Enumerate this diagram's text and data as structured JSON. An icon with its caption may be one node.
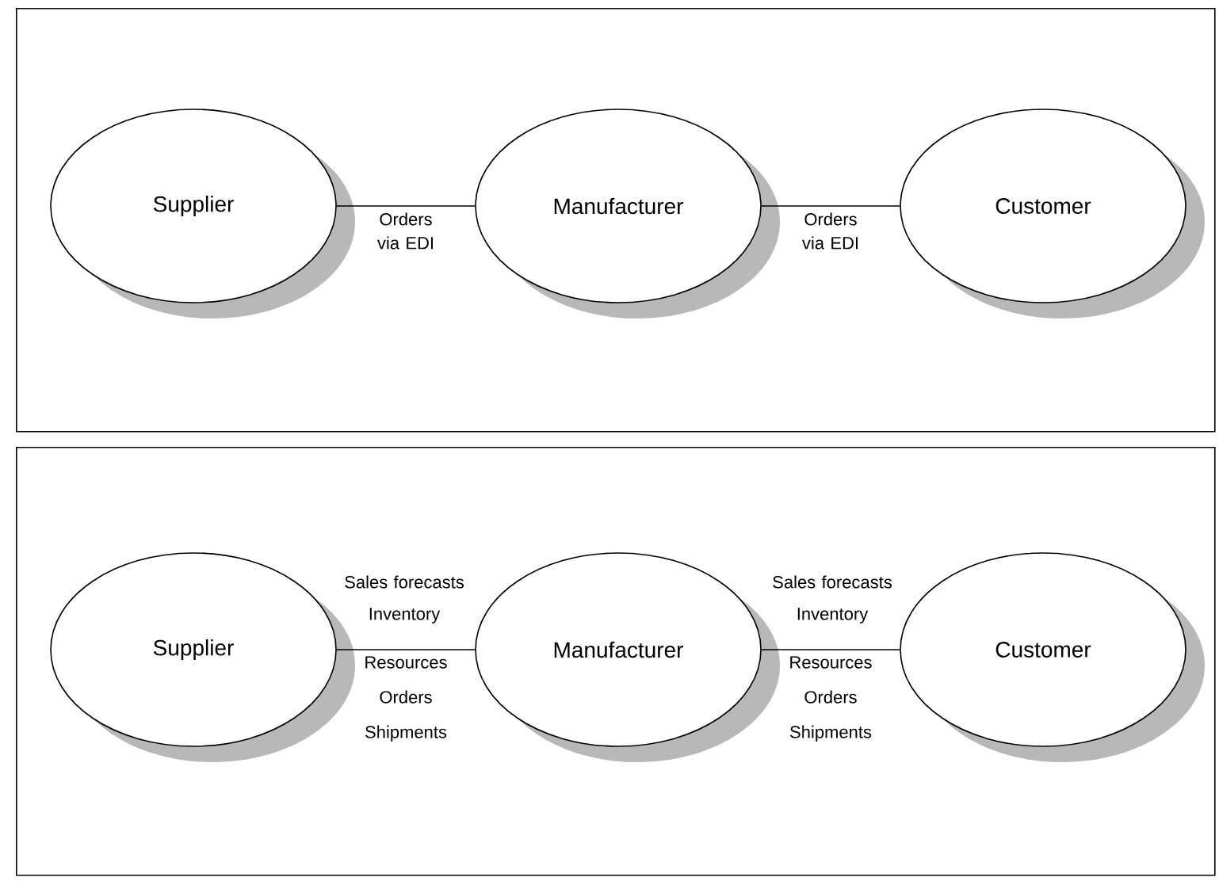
{
  "diagram": {
    "nodes": [
      {
        "text": [],
        "shape": "box"
      },
      {
        "text": [
          "Supplier"
        ],
        "in": 0
      },
      {
        "text": [
          "Manufacturer"
        ],
        "in": 0
      },
      {
        "text": [
          "Customer"
        ],
        "in": 0
      },
      {
        "text": [],
        "shape": "box"
      },
      {
        "text": [
          "Supplier"
        ],
        "in": 4
      },
      {
        "text": [
          "Manufacturer"
        ],
        "in": 4
      },
      {
        "text": [
          "Customer"
        ],
        "in": 4
      }
    ],
    "edges": [
      {
        "from": 1,
        "to": 2,
        "arrow": "none",
        "label": "Orders via EDI"
      },
      {
        "from": 2,
        "to": 3,
        "arrow": "none",
        "label": "Orders via EDI"
      },
      {
        "from": 5,
        "to": 6,
        "arrow": "none",
        "label": "Resources Orders Shipments"
      },
      {
        "from": 6,
        "to": 7,
        "arrow": "none",
        "label": "Resources Orders Shipments"
      }
    ],
    "labels": [
      "Sales forecasts Inventory",
      "Sales forecasts Inventory"
    ]
  }
}
